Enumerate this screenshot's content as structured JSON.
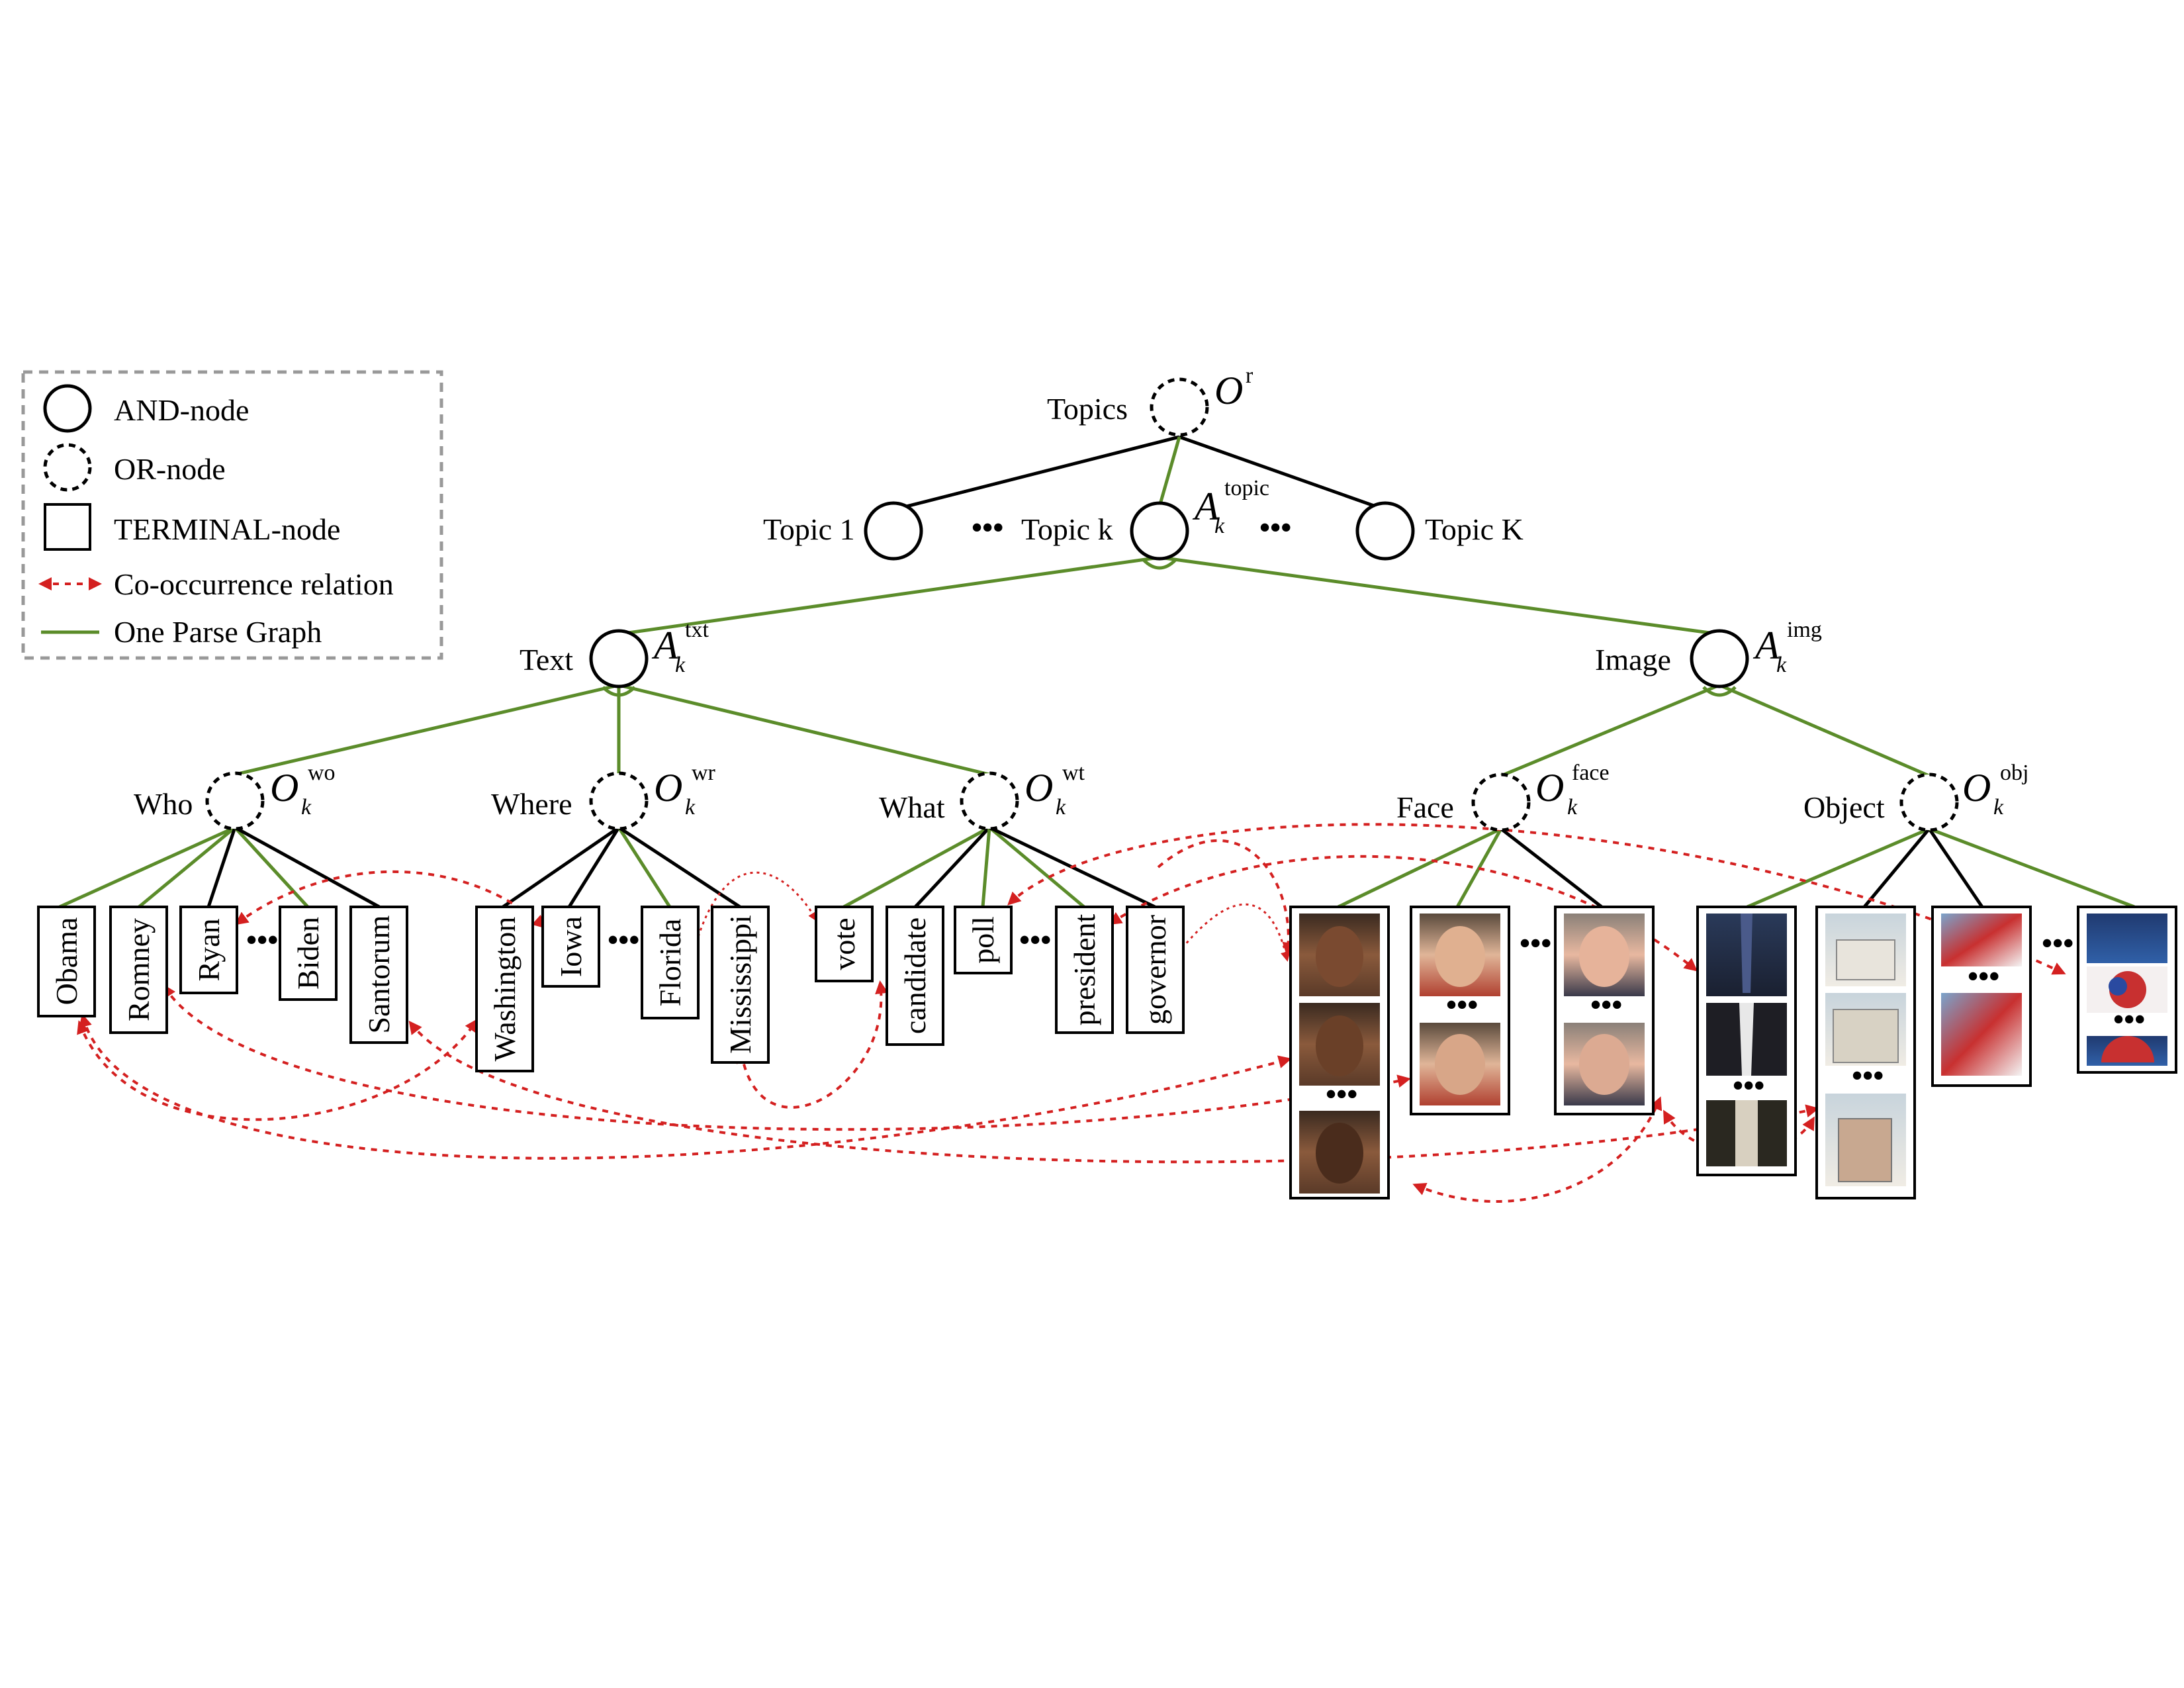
{
  "legend": {
    "and_node": "AND-node",
    "or_node": "OR-node",
    "terminal_node": "TERMINAL-node",
    "co_occurrence": "Co-occurrence relation",
    "parse_graph": "One Parse Graph"
  },
  "colors": {
    "parse_graph_edge": "#5b8c2a",
    "relation": "#d42020",
    "edge": "#000000"
  },
  "root": {
    "label": "Topics",
    "symbol": "O",
    "sup": "r"
  },
  "topics": {
    "topic1": "Topic 1",
    "topick": "Topic k",
    "topicK": "Topic K",
    "symbol": "A",
    "sub": "k",
    "sup": "topic",
    "ellipsis": "•••"
  },
  "modalities": {
    "text": {
      "label": "Text",
      "symbol": "A",
      "sub": "k",
      "sup": "txt"
    },
    "image": {
      "label": "Image",
      "symbol": "A",
      "sub": "k",
      "sup": "img"
    }
  },
  "or_nodes": {
    "who": {
      "label": "Who",
      "symbol": "O",
      "sub": "k",
      "sup": "wo"
    },
    "where": {
      "label": "Where",
      "symbol": "O",
      "sub": "k",
      "sup": "wr"
    },
    "what": {
      "label": "What",
      "symbol": "O",
      "sub": "k",
      "sup": "wt"
    },
    "face": {
      "label": "Face",
      "symbol": "O",
      "sub": "k",
      "sup": "face"
    },
    "object": {
      "label": "Object",
      "symbol": "O",
      "sub": "k",
      "sup": "obj"
    }
  },
  "terminals": {
    "who": [
      "Obama",
      "Romney",
      "Ryan",
      "Biden",
      "Santorum"
    ],
    "where": [
      "Washington",
      "Iowa",
      "Florida",
      "Mississippi"
    ],
    "what": [
      "vote",
      "candidate",
      "poll",
      "president",
      "governor"
    ]
  },
  "image_terminals": {
    "face": [
      "obama-face-thumbnails",
      "romney-face-thumbnails",
      "bush-face-thumbnails"
    ],
    "object": [
      "suit-tie-thumbnails",
      "building-thumbnails",
      "flag-thumbnails",
      "election-map-thumbnails"
    ]
  }
}
